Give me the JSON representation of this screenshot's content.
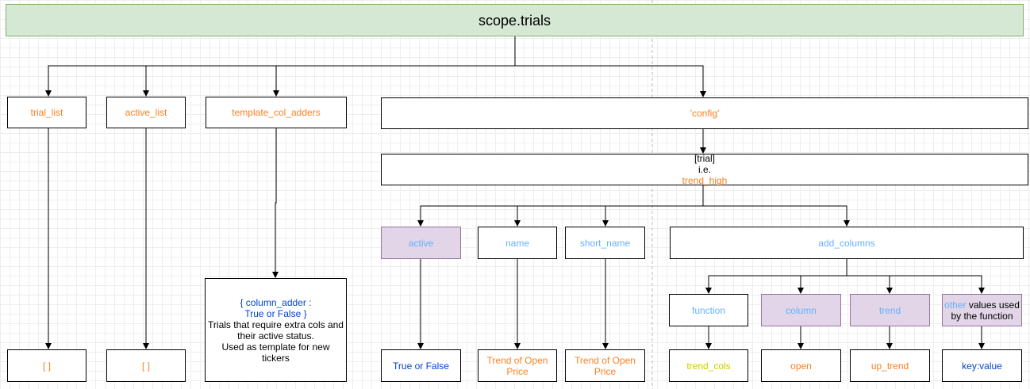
{
  "root": {
    "label": "scope.trials"
  },
  "nodes": {
    "trial_list": "trial_list",
    "active_list": "active_list",
    "template_col_adders": "template_col_adders",
    "config": "'config'",
    "trial_line1": "[trial]",
    "trial_line2_prefix": "i.e. ",
    "trial_line2_value": "trend_high",
    "active": "active",
    "name": "name",
    "short_name": "short_name",
    "add_columns": "add_columns",
    "function": "function",
    "column": "column",
    "trend": "trend",
    "other_prefix": "other",
    "other_rest": " values used by the function",
    "trial_list_value": "[ ]",
    "active_list_value": "[ ]",
    "template_line1": "{ column_adder :",
    "template_line2": "True or False }",
    "template_line3": "Trials that require extra cols and their active status.",
    "template_line4": "Used as template for new tickers",
    "active_value": "True or False",
    "name_value": "Trend of Open Price",
    "short_name_value": "Trend of Open Price",
    "function_value": "trend_cols",
    "column_value": "open",
    "trend_value": "up_trend",
    "other_value": "key:value"
  },
  "colors": {
    "root_fill": "#d5e8d4",
    "root_stroke": "#82b366",
    "purple_fill": "#e1d5e7",
    "purple_stroke": "#9673a6",
    "orange_text": "#ff7f1f",
    "blue_text": "#0044cc",
    "light_blue_text": "#66b2ff",
    "yellow_text": "#cccc00"
  }
}
